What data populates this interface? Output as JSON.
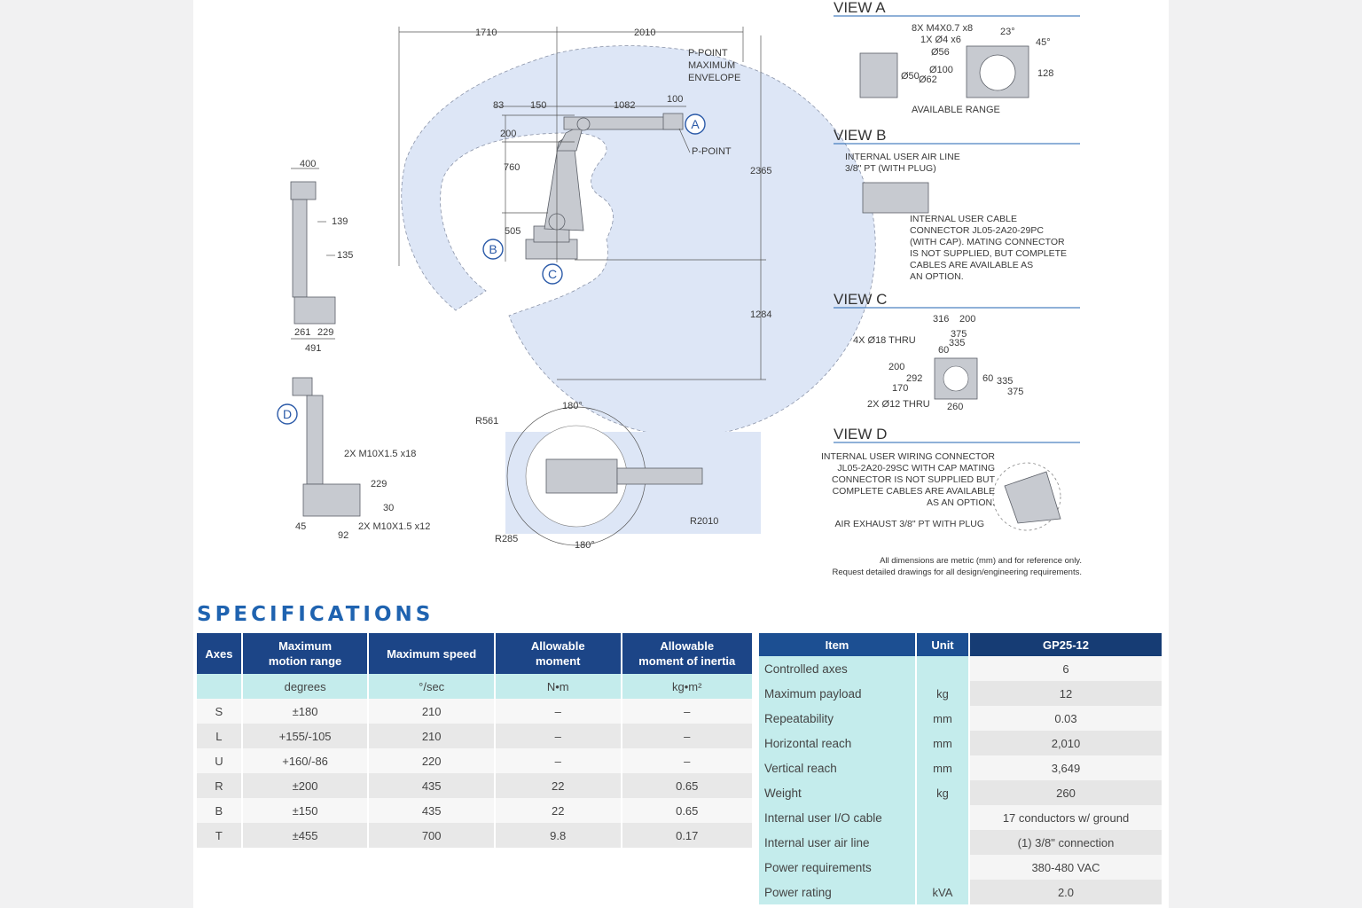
{
  "drawing": {
    "front_view": {
      "dims": [
        "1710",
        "2010",
        "83",
        "150",
        "1082",
        "100",
        "200",
        "760",
        "505",
        "2365",
        "1284"
      ],
      "labels": [
        "P-POINT",
        "MAXIMUM",
        "ENVELOPE",
        "P-POINT"
      ],
      "markers": [
        "A",
        "B",
        "C"
      ]
    },
    "side_view": {
      "dims": [
        "400",
        "139",
        "135",
        "261",
        "229",
        "491"
      ]
    },
    "rear_view": {
      "marker": "D",
      "labels": [
        "2X M10X1.5 x18",
        "229",
        "30",
        "45",
        "92",
        "2X M10X1.5 x12"
      ]
    },
    "top_view": {
      "labels": [
        "180°",
        "R561",
        "R285",
        "180°",
        "R2010"
      ]
    },
    "view_a": {
      "title": "VIEW A",
      "labels": [
        "8X M4X0.7 x8",
        "1X Ø4 x6",
        "Ø56",
        "Ø100",
        "Ø50",
        "Ø62",
        "23°",
        "45°",
        "128",
        "AVAILABLE RANGE"
      ]
    },
    "view_b": {
      "title": "VIEW B",
      "note1": [
        "INTERNAL USER AIR LINE",
        "3/8\" PT (WITH PLUG)"
      ],
      "note2": [
        "INTERNAL USER CABLE",
        "CONNECTOR JL05-2A20-29PC",
        "(WITH CAP). MATING CONNECTOR",
        "IS NOT SUPPLIED, BUT COMPLETE",
        "CABLES ARE AVAILABLE AS",
        "AN OPTION."
      ]
    },
    "view_c": {
      "title": "VIEW C",
      "labels": [
        "316",
        "200",
        "375",
        "335",
        "60",
        "4X Ø18 THRU",
        "200",
        "292",
        "170",
        "60",
        "335",
        "375",
        "2X Ø12 THRU",
        "260"
      ]
    },
    "view_d": {
      "title": "VIEW D",
      "note1": [
        "INTERNAL USER WIRING CONNECTOR",
        "JL05-2A20-29SC WITH CAP MATING",
        "CONNECTOR IS NOT SUPPLIED BUT",
        "COMPLETE CABLES ARE AVAILABLE",
        "AS AN OPTION."
      ],
      "note2": "AIR EXHAUST 3/8\" PT WITH PLUG"
    },
    "footnote": [
      "All dimensions are metric (mm) and for reference only.",
      "Request detailed drawings for all design/engineering requirements."
    ]
  },
  "specifications": {
    "title": "SPECIFICATIONS",
    "axes_table": {
      "headers": [
        "Axes",
        "Maximum\nmotion range",
        "Maximum speed",
        "Allowable\nmoment",
        "Allowable\nmoment of inertia"
      ],
      "units": [
        "",
        "degrees",
        "°/sec",
        "N•m",
        "kg•m²"
      ],
      "rows": [
        [
          "S",
          "±180",
          "210",
          "–",
          "–"
        ],
        [
          "L",
          "+155/-105",
          "210",
          "–",
          "–"
        ],
        [
          "U",
          "+160/-86",
          "220",
          "–",
          "–"
        ],
        [
          "R",
          "±200",
          "435",
          "22",
          "0.65"
        ],
        [
          "B",
          "±150",
          "435",
          "22",
          "0.65"
        ],
        [
          "T",
          "±455",
          "700",
          "9.8",
          "0.17"
        ]
      ]
    },
    "item_table": {
      "headers": [
        "Item",
        "Unit",
        "GP25-12"
      ],
      "rows": [
        [
          "Controlled axes",
          "",
          "6"
        ],
        [
          "Maximum payload",
          "kg",
          "12"
        ],
        [
          "Repeatability",
          "mm",
          "0.03"
        ],
        [
          "Horizontal reach",
          "mm",
          "2,010"
        ],
        [
          "Vertical reach",
          "mm",
          "3,649"
        ],
        [
          "Weight",
          "kg",
          "260"
        ],
        [
          "Internal user I/O cable",
          "",
          "17 conductors w/ ground"
        ],
        [
          "Internal user air line",
          "",
          "(1) 3/8\" connection"
        ],
        [
          "Power requirements",
          "",
          "380-480 VAC"
        ],
        [
          "Power rating",
          "kVA",
          "2.0"
        ]
      ]
    }
  },
  "colors": {
    "envelope": "#dde6f6",
    "header_blue": "#1c4587",
    "title_blue": "#1f63b0",
    "unit_row": "#c4ecec",
    "marker": "#2b5aa8"
  }
}
